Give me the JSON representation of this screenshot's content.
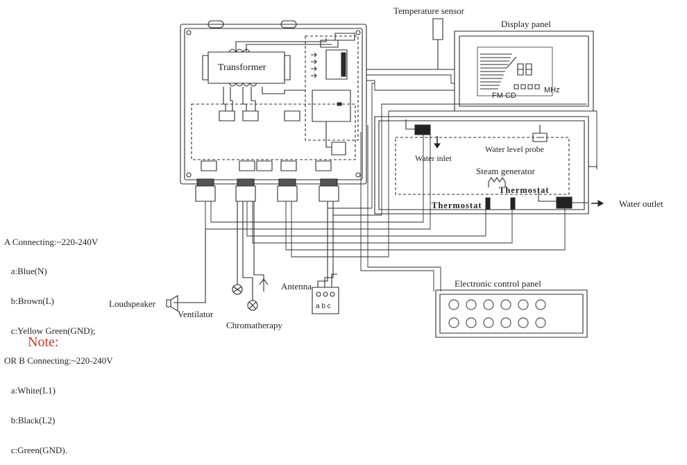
{
  "labels": {
    "temperature_sensor": "Temperature sensor",
    "display_panel": "Display panel",
    "transformer": "Transformer",
    "fm_cd": "FM CD",
    "mhz": "MHz",
    "water_level_probe": "Water level probe",
    "water_inlet": "Water inlet",
    "steam_generator": "Steam generator",
    "thermostat_upper": "Thermostat",
    "thermostat_lower": "Thermostat",
    "water_outlet": "Water outlet",
    "electronic_control_panel": "Electronic control panel",
    "antenna": "Antenna",
    "loudspeaker": "Loudspeaker",
    "ventilator": "Ventilator",
    "chromatherapy": "Chromatherapy",
    "terminal_abc": "a b c",
    "note": "Note:"
  },
  "connection_legend": [
    "A Connecting:~220-240V",
    "   a:Blue(N)",
    "   b:Brown(L)",
    "   c:Yellow Green(GND);",
    "OR B Connecting:~220-240V",
    "   a:White(L1)",
    "   b:Black(L2)",
    "   c:Green(GND)."
  ],
  "colors": {
    "line": "#2a2a2a",
    "note": "#c0392b",
    "background": "#ffffff"
  },
  "icons": [
    "arrow-right-icon",
    "arrow-down-icon",
    "speaker-icon",
    "fan-icon",
    "lamp-icon",
    "antenna-icon"
  ]
}
